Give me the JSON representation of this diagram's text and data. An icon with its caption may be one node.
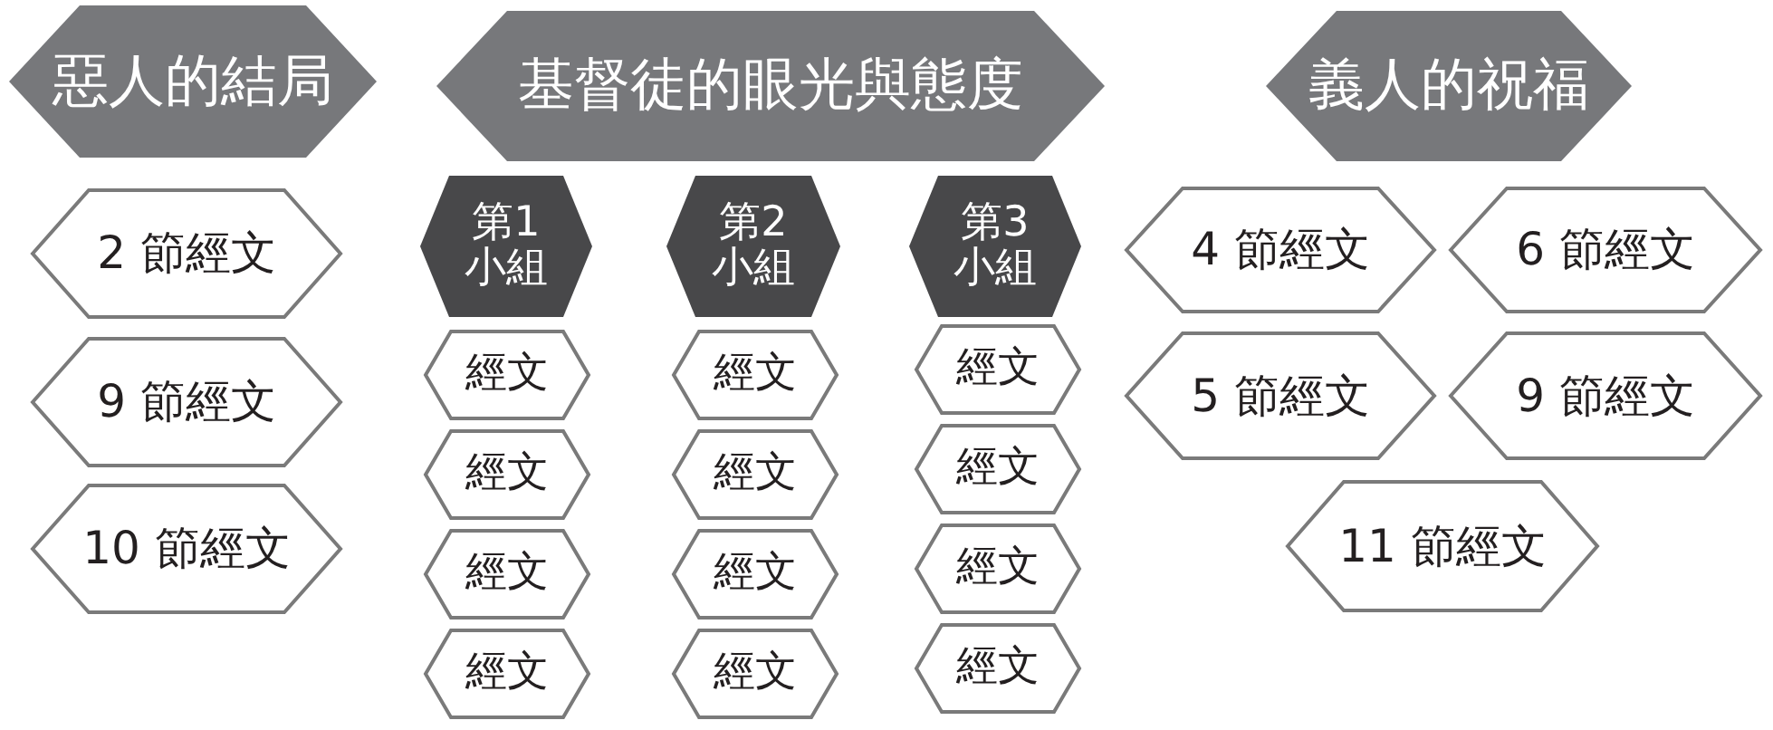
{
  "diagram": {
    "nodes": [
      {
        "text": [
          "惡人的結局"
        ]
      },
      {
        "text": [
          "2 節經文"
        ]
      },
      {
        "text": [
          "9 節經文"
        ]
      },
      {
        "text": [
          "10 節經文"
        ]
      },
      {
        "text": [
          "基督徒的眼光與態度"
        ]
      },
      {
        "text": [
          "第1小組"
        ]
      },
      {
        "text": [
          "經文"
        ]
      },
      {
        "text": [
          "經文"
        ]
      },
      {
        "text": [
          "經文"
        ]
      },
      {
        "text": [
          "經文"
        ]
      },
      {
        "text": [
          "第2小組"
        ]
      },
      {
        "text": [
          "經文"
        ]
      },
      {
        "text": [
          "經文"
        ]
      },
      {
        "text": [
          "經文"
        ]
      },
      {
        "text": [
          "經文"
        ]
      },
      {
        "text": [
          "第3小組"
        ]
      },
      {
        "text": [
          "經文"
        ]
      },
      {
        "text": [
          "經文"
        ]
      },
      {
        "text": [
          "經文"
        ]
      },
      {
        "text": [
          "經文"
        ]
      },
      {
        "text": [
          "義人的祝福"
        ]
      },
      {
        "text": [
          "4 節經文"
        ]
      },
      {
        "text": [
          "6 節經文"
        ]
      },
      {
        "text": [
          "5 節經文"
        ]
      },
      {
        "text": [
          "9 節經文"
        ]
      },
      {
        "text": [
          "11 節經文"
        ]
      }
    ]
  }
}
